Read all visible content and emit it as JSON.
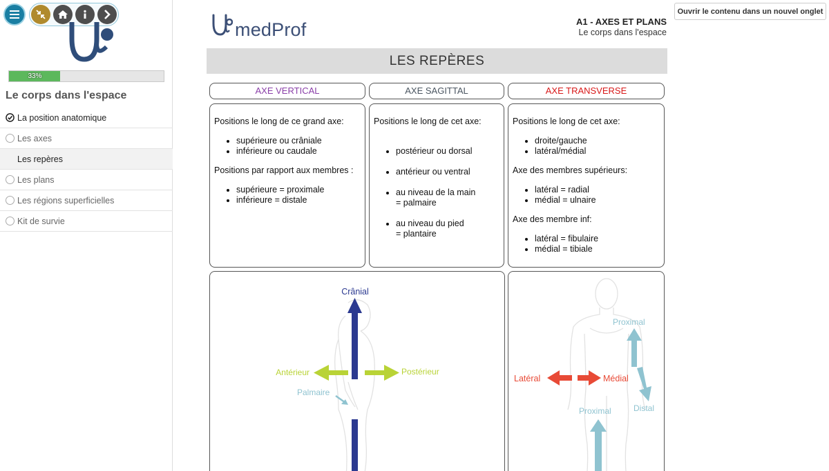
{
  "toolbar": {
    "menu_icon": "hamburger-icon",
    "nav_icons": [
      "collapse-arrows-icon",
      "home-icon",
      "info-icon",
      "chevron-right-icon"
    ],
    "new_tab_label": "Ouvrir le contenu dans un nouvel onglet"
  },
  "sidebar": {
    "progress_label": "33%",
    "progress": 0.33,
    "course_title": "Le corps dans l'espace",
    "items": [
      {
        "label": "La position anatomique",
        "state": "done"
      },
      {
        "label": "Les axes",
        "state": "todo"
      },
      {
        "label": "Les repères",
        "state": "current"
      },
      {
        "label": "Les plans",
        "state": "todo"
      },
      {
        "label": "Les régions superficielles",
        "state": "todo"
      },
      {
        "label": "Kit de survie",
        "state": "todo"
      }
    ]
  },
  "header": {
    "brand": "medProf",
    "module_code": "A1 - AXES ET PLANS",
    "module_sub": "Le corps dans l'espace",
    "section_title": "LES REPÈRES"
  },
  "axes": {
    "vertical": {
      "title": "AXE VERTICAL",
      "color": "#8a3fa8",
      "p1": "Positions le long de ce grand axe:",
      "list1": [
        "supérieure ou crâniale",
        "inférieure ou caudale"
      ],
      "p2": "Positions par rapport aux membres :",
      "list2": [
        "supérieure = proximale",
        "inférieure = distale"
      ]
    },
    "sagittal": {
      "title": "AXE SAGITTAL",
      "color": "#4a5560",
      "p1": "Positions le long de cet axe:",
      "list1": [
        "postérieur ou dorsal",
        "antérieur ou ventral",
        "au niveau de la main\n= palmaire",
        "au niveau du pied\n= plantaire"
      ]
    },
    "transverse": {
      "title": "AXE TRANSVERSE",
      "color": "#d81818",
      "p1": "Positions le long de cet axe:",
      "list1": [
        "droite/gauche",
        "latéral/médial"
      ],
      "p2": "Axe des membres supérieurs:",
      "list2": [
        "latéral = radial",
        "médial = ulnaire"
      ],
      "p3": "Axe des membre inf:",
      "list3": [
        "latéral = fibulaire",
        "médial = tibiale"
      ]
    }
  },
  "figure_left": {
    "cranial": "Crânial",
    "anterior": "Antérieur",
    "posterior": "Postérieur",
    "palmar": "Palmaire"
  },
  "figure_right": {
    "proximal_top": "Proximal",
    "lateral": "Latéral",
    "medial": "Médial",
    "distal": "Distal",
    "proximal_bottom": "Proximal"
  },
  "colors": {
    "accent": "#1a7fa3",
    "navy": "#2b3990",
    "lime": "#b9d336",
    "light_blue": "#8fc3d0",
    "red": "#e84a36"
  }
}
